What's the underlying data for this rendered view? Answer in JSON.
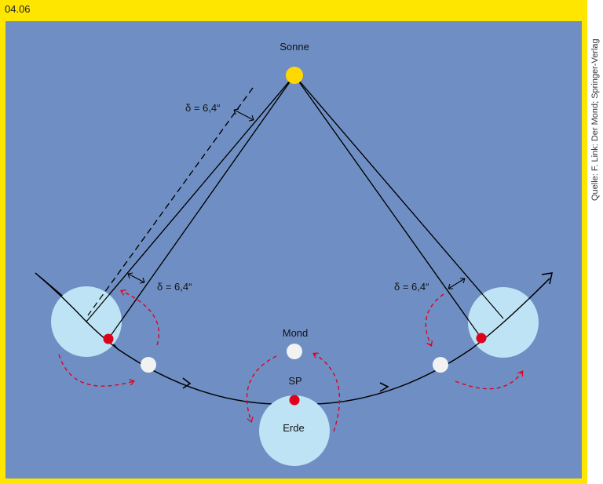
{
  "panel_label": "04.06",
  "source_credit": "Quelle: F. Link: Der Mond; Springer-Verlag",
  "labels": {
    "sun": "Sonne",
    "moon": "Mond",
    "earth": "Erde",
    "subsolar_point": "SP",
    "delta_top": "δ = 6,4“",
    "delta_left": "δ = 6,4“",
    "delta_right": "δ = 6,4“"
  },
  "colors": {
    "frame": "#ffe600",
    "background": "#6f8fc4",
    "sun": "#ffd800",
    "body_light": "#bde3f5",
    "moon": "#f2f2f2",
    "marker": "#e0001b",
    "rotation_arrows": "#e0001b"
  }
}
